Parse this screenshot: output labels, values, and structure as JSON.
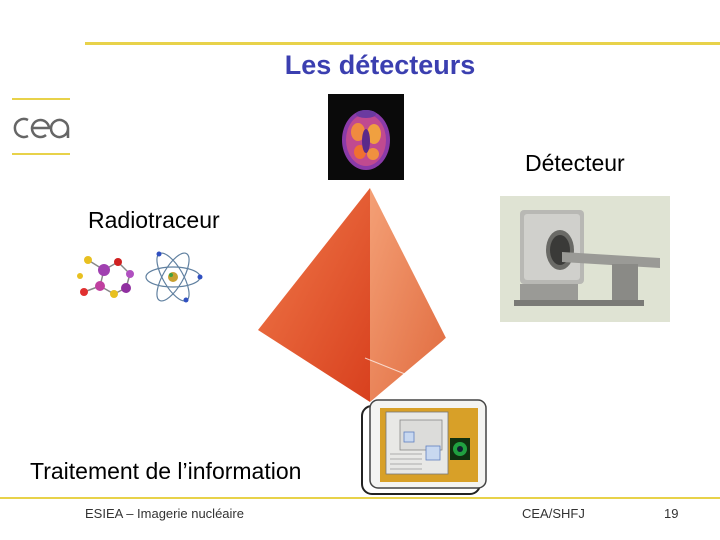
{
  "slide": {
    "title": "Les détecteurs",
    "labels": {
      "detector": "Détecteur",
      "radiotracer": "Radiotraceur",
      "processing": "Traitement de l’information"
    },
    "footer": {
      "left": "ESIEA – Imagerie nucléaire",
      "center": "CEA/SHFJ",
      "page": "19"
    },
    "logo_text": "cea"
  },
  "colors": {
    "title": "#3b3fb0",
    "accent_line": "#e8d24a",
    "pyramid_left": "#e8502a",
    "pyramid_right": "#f08a5a"
  },
  "icons": [
    "cea-logo",
    "brain-pet-scan-image",
    "pet-scanner-image",
    "molecule-icon",
    "atom-icon",
    "computer-monitor-icon"
  ]
}
